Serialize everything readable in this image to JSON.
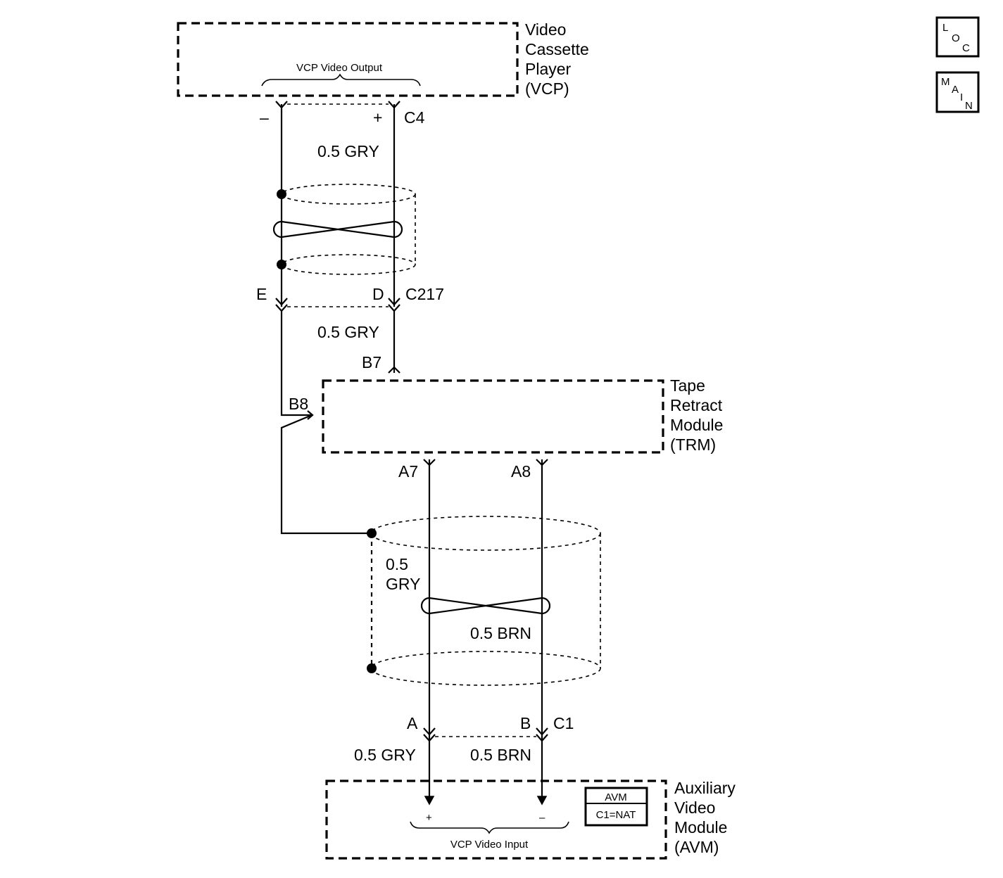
{
  "vcp": {
    "name_lines": [
      "Video",
      "Cassette",
      "Player",
      "(VCP)"
    ],
    "output_label": "VCP Video Output",
    "pin_minus": "–",
    "pin_plus": "+",
    "connector": "C4"
  },
  "wires": {
    "upper_gry": "0.5 GRY",
    "mid_gry": "0.5 GRY",
    "shield_gry_lines": [
      "0.5",
      "GRY"
    ],
    "shield_brn": "0.5 BRN",
    "lower_gry": "0.5 GRY",
    "lower_brn": "0.5 BRN"
  },
  "c217": {
    "pin_e": "E",
    "pin_d": "D",
    "connector": "C217"
  },
  "trm": {
    "name_lines": [
      "Tape",
      "Retract",
      "Module",
      "(TRM)"
    ],
    "pin_b7": "B7",
    "pin_b8": "B8",
    "pin_a7": "A7",
    "pin_a8": "A8"
  },
  "c1": {
    "pin_a": "A",
    "pin_b": "B",
    "connector": "C1"
  },
  "avm": {
    "name_lines": [
      "Auxiliary",
      "Video",
      "Module",
      "(AVM)"
    ],
    "input_label": "VCP Video Input",
    "pin_plus": "+",
    "pin_minus": "–",
    "legend_title": "AVM",
    "legend_value": "C1=NAT"
  },
  "badges": {
    "loc": [
      "L",
      "O",
      "C"
    ],
    "main": [
      "M",
      "A",
      "I",
      "N"
    ]
  }
}
